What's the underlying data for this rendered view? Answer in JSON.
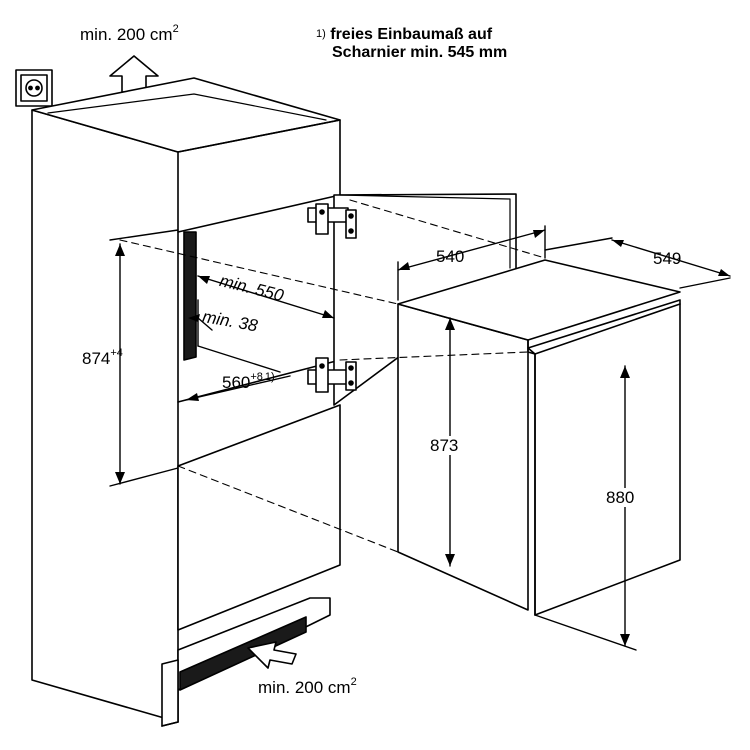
{
  "footnote": {
    "marker": "1)",
    "line1": "freies Einbaumaß auf",
    "line2": "Scharnier min. 545 mm"
  },
  "vent_top": {
    "text": "min. 200 cm",
    "sup": "2"
  },
  "vent_bottom": {
    "text": "min. 200 cm",
    "sup": "2"
  },
  "dims": {
    "niche_height": {
      "value": "874",
      "sup": "+4"
    },
    "niche_depth": "min. 550",
    "gap": "min. 38",
    "niche_width": {
      "value": "560",
      "sup": "+8",
      "ref": "1)"
    },
    "appliance_depth_door": "540",
    "appliance_depth": "549",
    "appliance_height_body": "873",
    "appliance_height_door": "880"
  },
  "colors": {
    "line": "#000000",
    "background": "#ffffff",
    "dark_strip": "#1a1a1a"
  }
}
